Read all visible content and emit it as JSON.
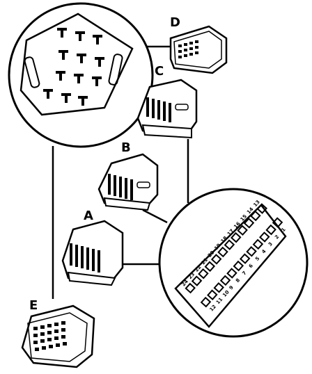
{
  "connectors": {
    "A": {
      "label": "A"
    },
    "B": {
      "label": "B"
    },
    "C": {
      "label": "C"
    },
    "D": {
      "label": "D"
    },
    "E": {
      "label": "E"
    }
  },
  "pinout": {
    "numbers": [
      "1",
      "2",
      "3",
      "4",
      "5",
      "6",
      "7",
      "8",
      "9",
      "10",
      "11",
      "12",
      "13",
      "14",
      "15",
      "16",
      "17",
      "18",
      "19",
      "20",
      "21",
      "22",
      "23",
      "24"
    ]
  },
  "colors": {
    "ink": "#000000",
    "paper": "#ffffff"
  }
}
